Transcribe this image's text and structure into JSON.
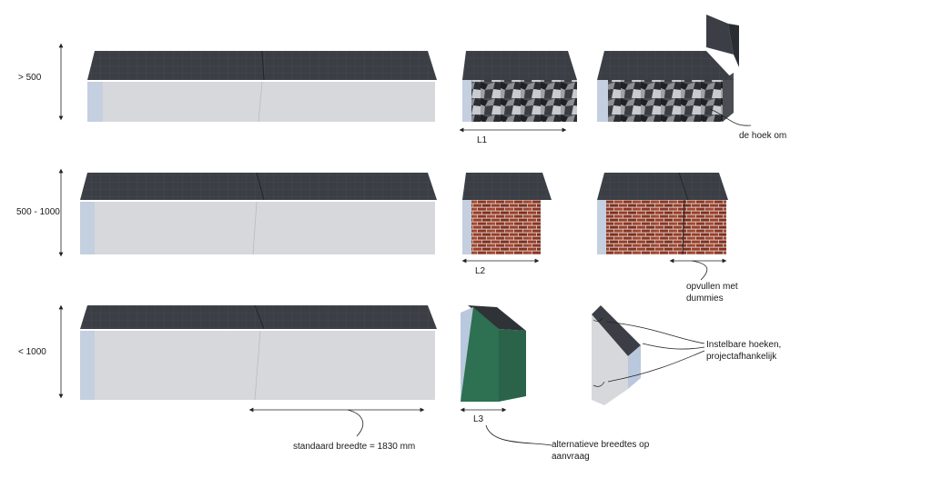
{
  "rows": [
    {
      "label": "> 500"
    },
    {
      "label": "500 - 1000"
    },
    {
      "label": "< 1000"
    }
  ],
  "dimensions": {
    "L1": "L1",
    "L2": "L2",
    "L3": "L3",
    "standard": "standaard breedte = 1830 mm"
  },
  "annotations": {
    "corner": "de hoek om",
    "fill_dummies_1": "opvullen met",
    "fill_dummies_2": "dummies",
    "adjustable_1": "Instelbare hoeken,",
    "adjustable_2": "projectafhankelijk",
    "alt_widths_1": "alternatieve breedtes op",
    "alt_widths_2": "aanvraag"
  },
  "colors": {
    "panel_front": "#d6d8db",
    "panel_side": "#c4cfe0",
    "cap_top": "#3b3f45",
    "brick": "#8f3a2a",
    "green": "#2d7052"
  }
}
